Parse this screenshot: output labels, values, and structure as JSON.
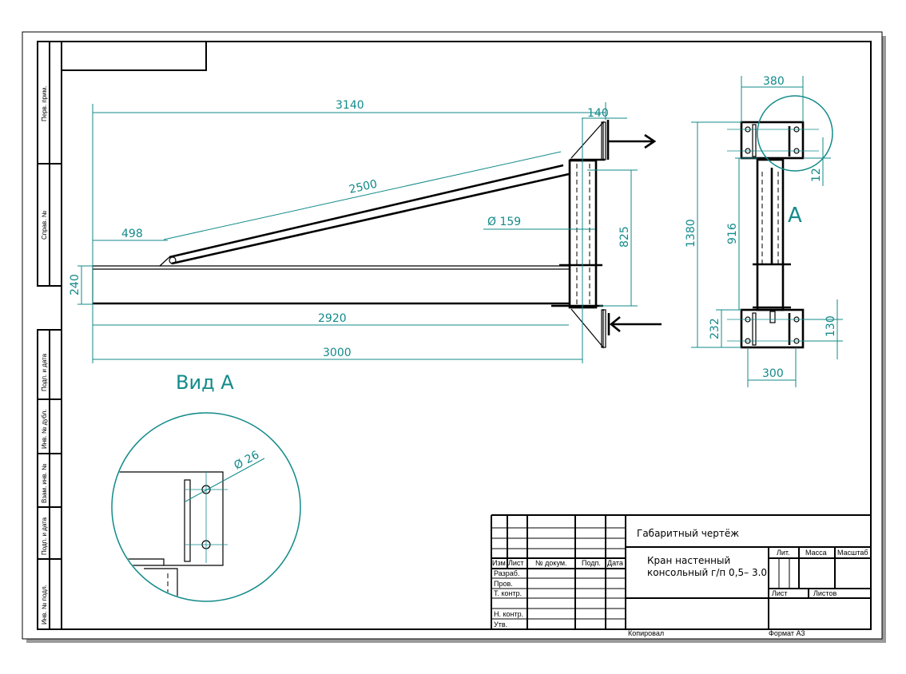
{
  "left_strip": {
    "perv_prim": "Перв. прим.",
    "sprav_no": "Справ. №",
    "podp_data_1": "Подп. и дата",
    "inv_dubl": "Инв. № дубл.",
    "vzam_inv": "Взам. инв. №",
    "podp_data_2": "Подп. и дата",
    "inv_podl": "Инв. № подл."
  },
  "dimensions": {
    "d3140": "3140",
    "d140": "140",
    "d2500": "2500",
    "d498": "498",
    "d159": "Ø 159",
    "d825": "825",
    "d240": "240",
    "d2920": "2920",
    "d3000": "3000",
    "d380": "380",
    "d1380": "1380",
    "d916": "916",
    "d12": "12",
    "d232": "232",
    "d130": "130",
    "d300": "300",
    "d26": "Ø 26"
  },
  "views": {
    "view_a_title": "Вид А",
    "view_a_marker": "A"
  },
  "title_block": {
    "drawing_type": "Габаритный чертёж",
    "product_line1": "Кран настенный",
    "product_line2": "консольный г/п 0,5– 3.0",
    "headers": {
      "izm": "Изм",
      "list": "Лист",
      "doc_no": "№ докум.",
      "podp": "Подп.",
      "data": "Дата"
    },
    "roles": [
      "Разраб.",
      "Пров.",
      "Т. контр.",
      "",
      "Н. контр.",
      "Утв."
    ],
    "lit": "Лит.",
    "massa": "Масса",
    "masshtab": "Масштаб",
    "sheet": "Лист",
    "sheets": "Листов",
    "copied": "Копировал",
    "format": "Формат А3"
  },
  "colors": {
    "dimension": "#138a8a",
    "line": "#000000"
  }
}
